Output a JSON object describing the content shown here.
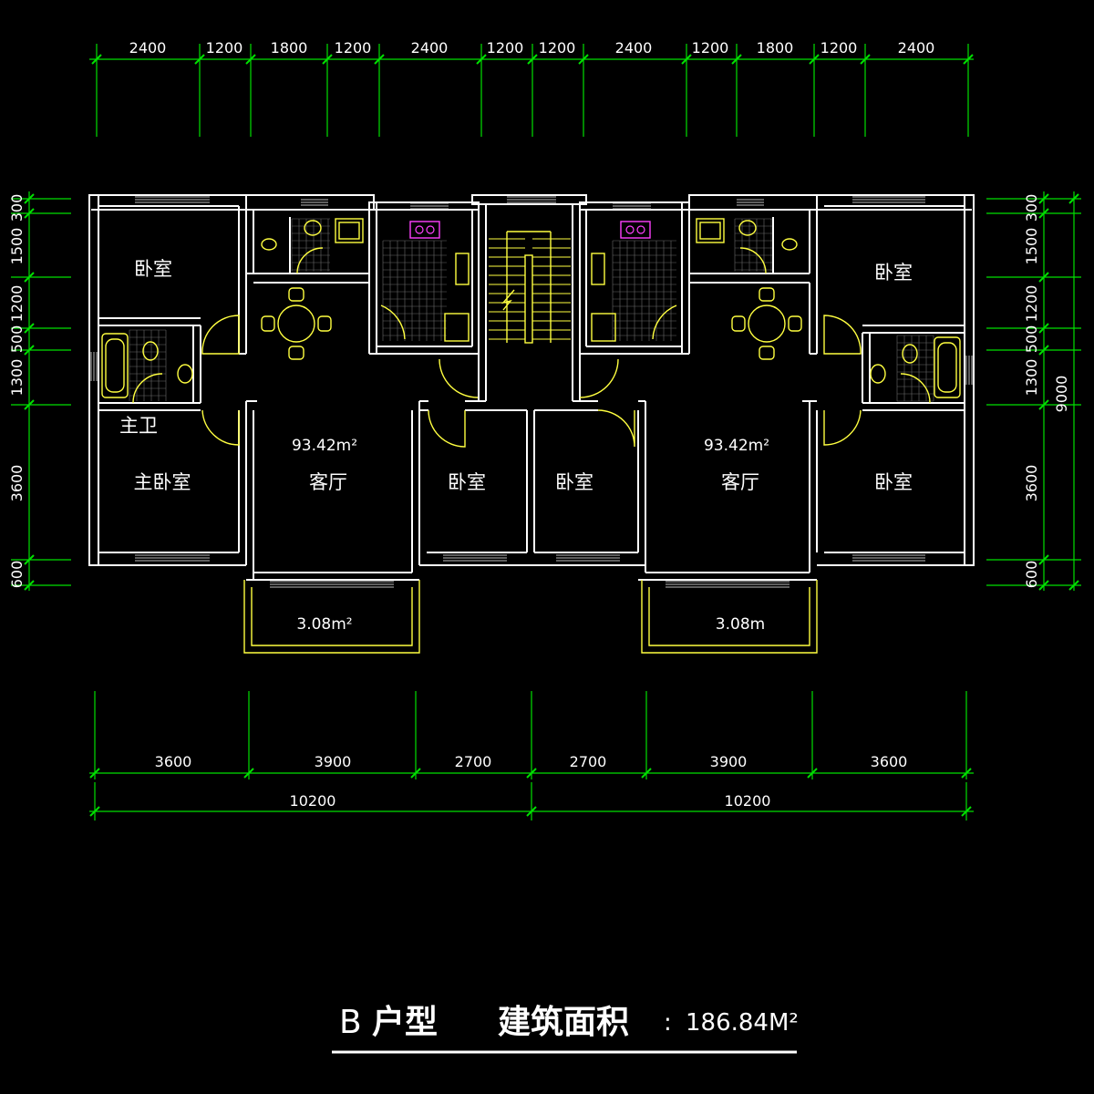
{
  "drawing": {
    "top_dimensions": [
      "2400",
      "1200",
      "1800",
      "1200",
      "2400",
      "1200",
      "1200",
      "2400",
      "1200",
      "1800",
      "1200",
      "2400"
    ],
    "bottom_dimensions": [
      "3600",
      "3900",
      "2700",
      "2700",
      "3900",
      "3600"
    ],
    "bottom_totals": [
      "10200",
      "10200"
    ],
    "left_dimensions": [
      "300",
      "1500",
      "1200",
      "500",
      "1300",
      "3600",
      "600"
    ],
    "right_dimensions": [
      "300",
      "1500",
      "1200",
      "500",
      "1300",
      "3600",
      "600"
    ],
    "right_total": "9000",
    "rooms": {
      "left_bedroom_top": "卧室",
      "right_bedroom_top": "卧室",
      "master_bath": "主卫",
      "master_bedroom": "主卧室",
      "left_living": "客厅",
      "right_living": "客厅",
      "left_bedroom_mid": "卧室",
      "right_bedroom_mid": "卧室",
      "right_bedroom_bottom": "卧室"
    },
    "areas": {
      "left_living": "93.42m²",
      "right_living": "93.42m²",
      "left_balcony": "3.08m²",
      "right_balcony": "3.08m"
    },
    "colors": {
      "background": "#000000",
      "walls": "#ffffff",
      "fixtures": "#ffff40",
      "dimensions": "#00e000",
      "tile_grid": "#6a6a6a",
      "appliance": "#ff40ff"
    }
  },
  "title": {
    "prefix": "B",
    "unit_type": "户型",
    "label": "建筑面积",
    "separator": ":",
    "value": "186.84M²"
  }
}
